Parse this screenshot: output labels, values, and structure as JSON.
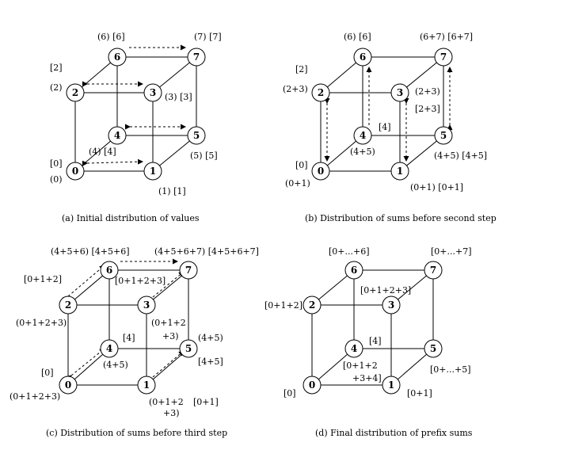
{
  "panels": [
    {
      "id": "a",
      "caption": "(a) Initial distribution of values",
      "node_labels": [
        "0",
        "1",
        "2",
        "3",
        "4",
        "5",
        "6",
        "7"
      ],
      "value_labels": [
        {
          "node": 0,
          "lines": [
            "[0]",
            "(0)"
          ]
        },
        {
          "node": 1,
          "lines": [
            "(1) [1]"
          ]
        },
        {
          "node": 2,
          "lines": [
            "[2]",
            "(2)"
          ]
        },
        {
          "node": 3,
          "lines": [
            "(3) [3]"
          ]
        },
        {
          "node": 4,
          "lines": [
            "(4) [4]"
          ]
        },
        {
          "node": 5,
          "lines": [
            "(5) [5]"
          ]
        },
        {
          "node": 6,
          "lines": [
            "(6) [6]"
          ]
        },
        {
          "node": 7,
          "lines": [
            "(7) [7]"
          ]
        }
      ]
    },
    {
      "id": "b",
      "caption": "(b) Distribution of sums before second step",
      "node_labels": [
        "0",
        "1",
        "2",
        "3",
        "4",
        "5",
        "6",
        "7"
      ],
      "value_labels": [
        {
          "node": 0,
          "lines": [
            "[0]",
            "(0+1)"
          ]
        },
        {
          "node": 1,
          "lines": [
            "(0+1) [0+1]"
          ]
        },
        {
          "node": 2,
          "lines": [
            "[2]",
            "(2+3)"
          ]
        },
        {
          "node": 3,
          "lines": [
            "(2+3)",
            "[2+3]"
          ]
        },
        {
          "node": 4,
          "lines": [
            "[4]",
            "(4+5)"
          ]
        },
        {
          "node": 5,
          "lines": [
            "(4+5) [4+5]"
          ]
        },
        {
          "node": 6,
          "lines": [
            "(6) [6]"
          ]
        },
        {
          "node": 7,
          "lines": [
            "(6+7) [6+7]"
          ]
        }
      ]
    },
    {
      "id": "c",
      "caption": "(c) Distribution of sums before third step",
      "node_labels": [
        "0",
        "1",
        "2",
        "3",
        "4",
        "5",
        "6",
        "7"
      ],
      "value_labels": [
        {
          "node": 0,
          "lines": [
            "[0]",
            "(0+1+2+3)"
          ]
        },
        {
          "node": 1,
          "lines": [
            "(0+1+2",
            "+3)",
            "[0+1]"
          ]
        },
        {
          "node": 2,
          "lines": [
            "[0+1+2]",
            "(0+1+2+3)"
          ]
        },
        {
          "node": 3,
          "lines": [
            "[0+1+2+3]",
            "(0+1+2",
            "+3)"
          ]
        },
        {
          "node": 4,
          "lines": [
            "[4]",
            "(4+5)"
          ]
        },
        {
          "node": 5,
          "lines": [
            "(4+5)",
            "[4+5]"
          ]
        },
        {
          "node": 6,
          "lines": [
            "(4+5+6) [4+5+6]"
          ]
        },
        {
          "node": 7,
          "lines": [
            "(4+5+6+7) [4+5+6+7]"
          ]
        }
      ]
    },
    {
      "id": "d",
      "caption": "(d) Final distribution of prefix sums",
      "node_labels": [
        "0",
        "1",
        "2",
        "3",
        "4",
        "5",
        "6",
        "7"
      ],
      "value_labels": [
        {
          "node": 0,
          "lines": [
            "[0]"
          ]
        },
        {
          "node": 1,
          "lines": [
            "[0+1]"
          ]
        },
        {
          "node": 2,
          "lines": [
            "[0+1+2]"
          ]
        },
        {
          "node": 3,
          "lines": [
            "[0+1+2+3]"
          ]
        },
        {
          "node": 4,
          "lines": [
            "[4]",
            "[0+1+2",
            "+3+4]"
          ]
        },
        {
          "node": 5,
          "lines": [
            "[0+...+5]"
          ]
        },
        {
          "node": 6,
          "lines": [
            "[0+...+6]"
          ]
        },
        {
          "node": 7,
          "lines": [
            "[0+...+7]"
          ]
        }
      ]
    }
  ]
}
